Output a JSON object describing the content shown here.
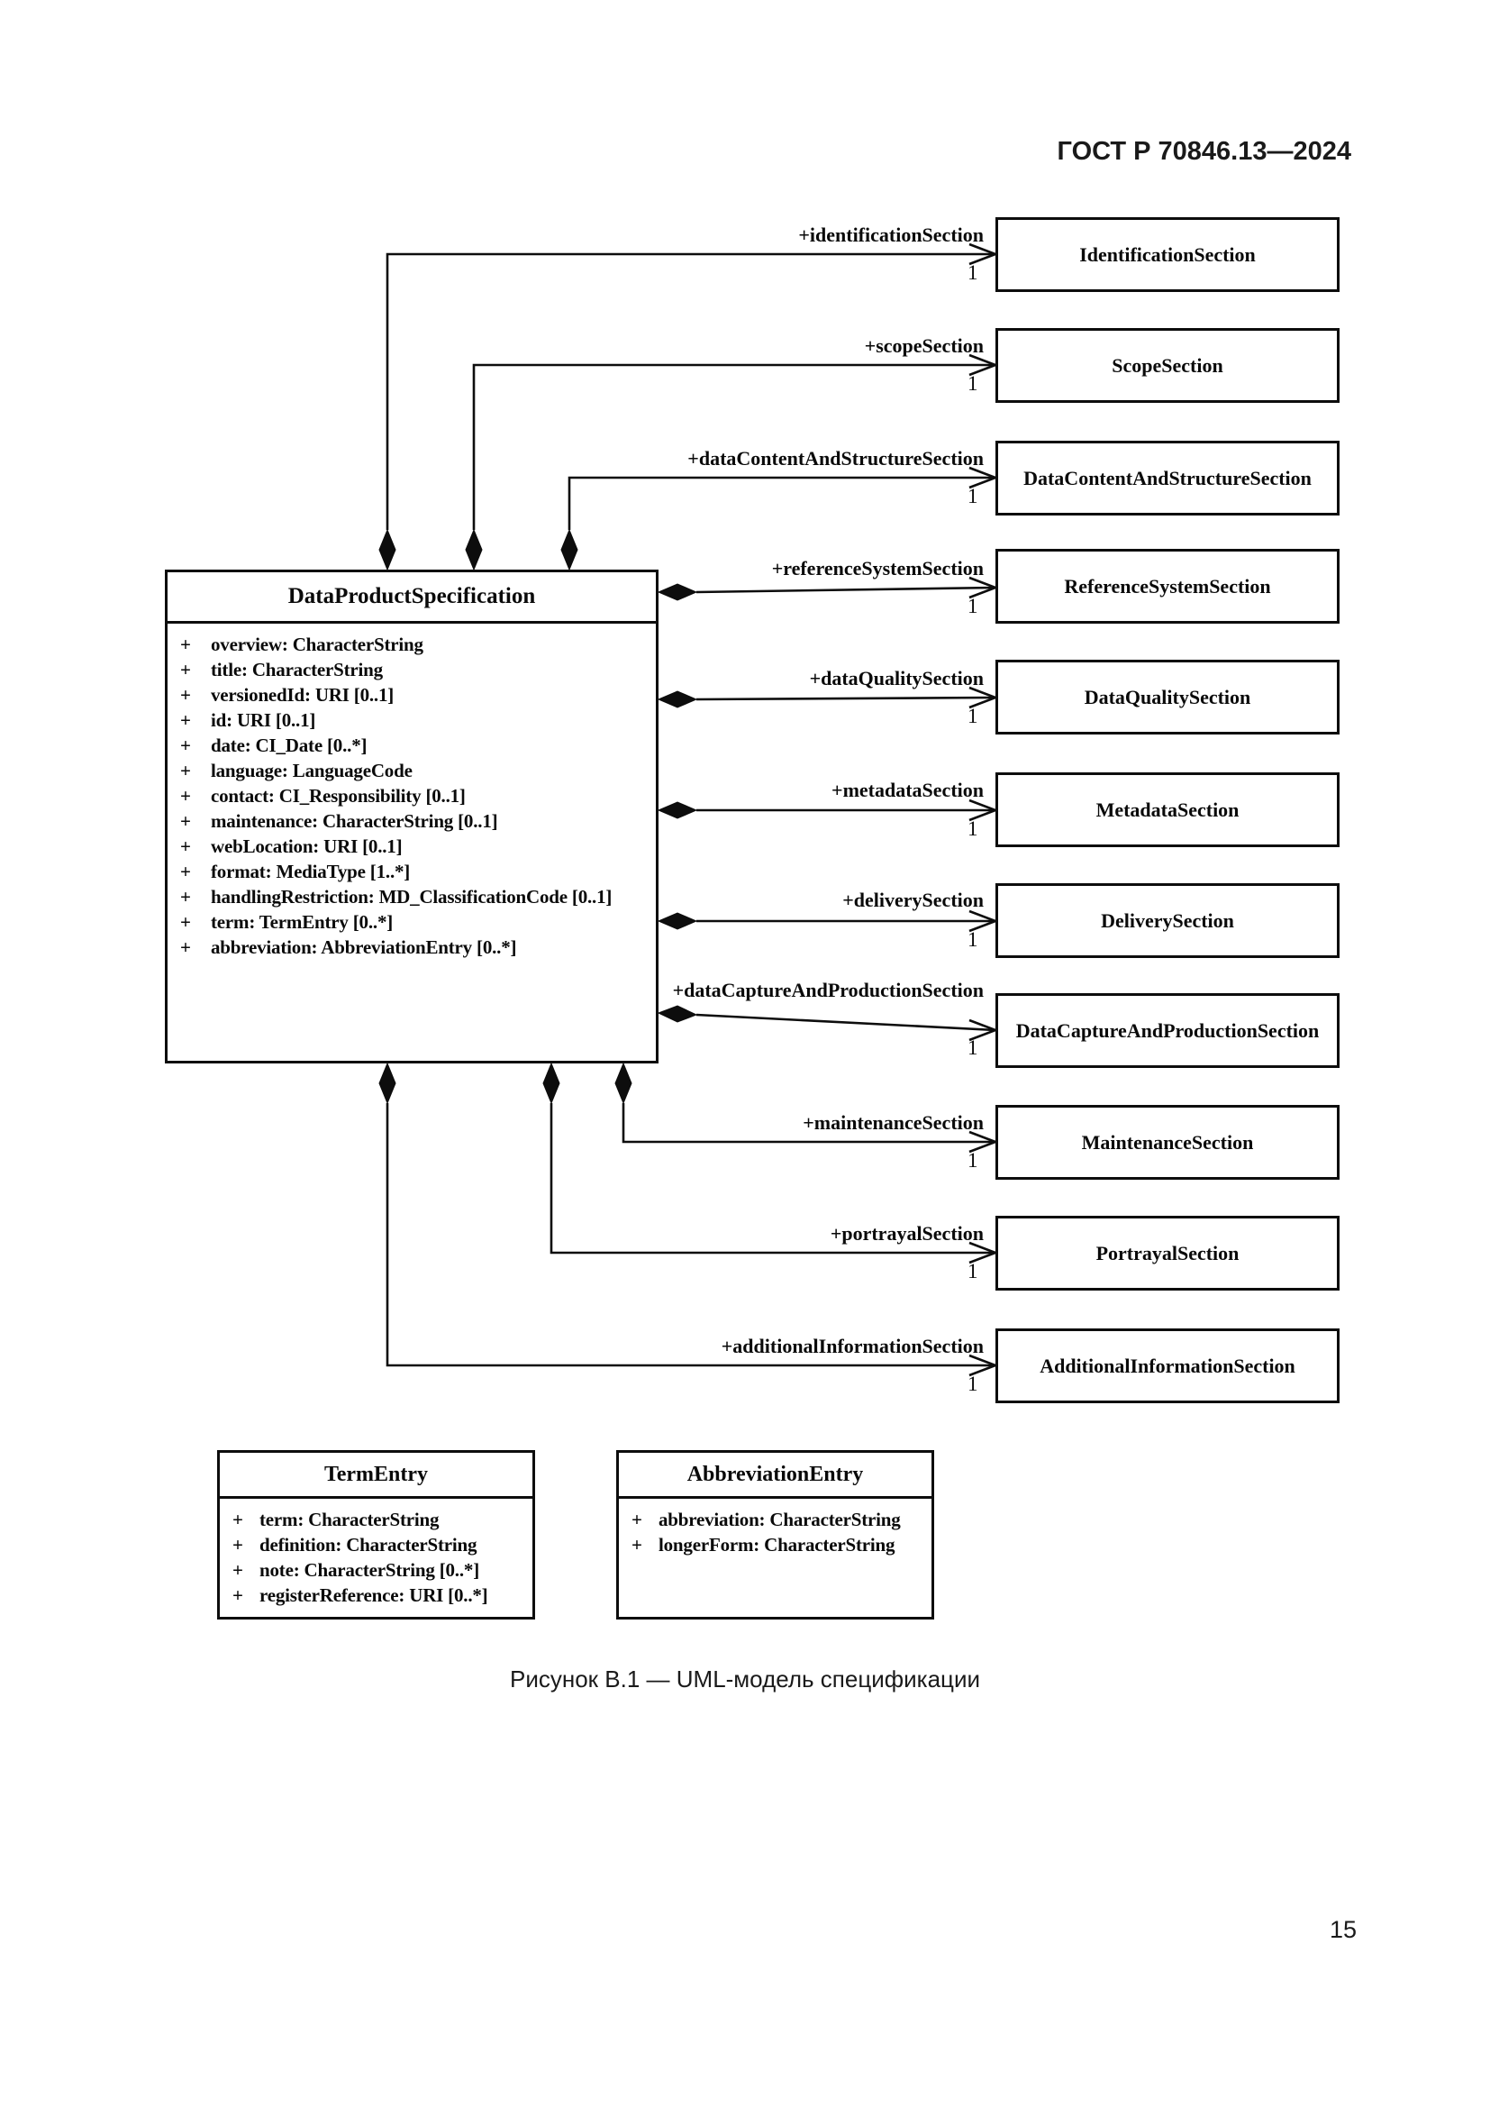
{
  "page": {
    "header": "ГОСТ Р 70846.13—2024",
    "caption": "Рисунок В.1 — UML-модель спецификации",
    "page_number": "15"
  },
  "diagram": {
    "plus": "+",
    "main_class": {
      "name": "DataProductSpecification",
      "attributes": [
        "overview: CharacterString",
        "title: CharacterString",
        "versionedId: URI [0..1]",
        "id: URI [0..1]",
        "date: CI_Date [0..*]",
        "language: LanguageCode",
        "contact: CI_Responsibility [0..1]",
        "maintenance: CharacterString [0..1]",
        "webLocation: URI [0..1]",
        "format: MediaType [1..*]",
        "handlingRestriction: MD_ClassificationCode [0..1]",
        "term: TermEntry [0..*]",
        "abbreviation: AbbreviationEntry [0..*]"
      ]
    },
    "sections": [
      {
        "name": "IdentificationSection",
        "role": "+identificationSection",
        "multiplicity": "1"
      },
      {
        "name": "ScopeSection",
        "role": "+scopeSection",
        "multiplicity": "1"
      },
      {
        "name": "DataContentAndStructureSection",
        "role": "+dataContentAndStructureSection",
        "multiplicity": "1"
      },
      {
        "name": "ReferenceSystemSection",
        "role": "+referenceSystemSection",
        "multiplicity": "1"
      },
      {
        "name": "DataQualitySection",
        "role": "+dataQualitySection",
        "multiplicity": "1"
      },
      {
        "name": "MetadataSection",
        "role": "+metadataSection",
        "multiplicity": "1"
      },
      {
        "name": "DeliverySection",
        "role": "+deliverySection",
        "multiplicity": "1"
      },
      {
        "name": "DataCaptureAndProductionSection",
        "role": "+dataCaptureAndProductionSection",
        "multiplicity": "1"
      },
      {
        "name": "MaintenanceSection",
        "role": "+maintenanceSection",
        "multiplicity": "1"
      },
      {
        "name": "PortrayalSection",
        "role": "+portrayalSection",
        "multiplicity": "1"
      },
      {
        "name": "AdditionalInformationSection",
        "role": "+additionalInformationSection",
        "multiplicity": "1"
      }
    ],
    "term_entry": {
      "name": "TermEntry",
      "attributes": [
        "term: CharacterString",
        "definition: CharacterString",
        "note: CharacterString [0..*]",
        "registerReference: URI [0..*]"
      ]
    },
    "abbreviation_entry": {
      "name": "AbbreviationEntry",
      "attributes": [
        "abbreviation: CharacterString",
        "longerForm: CharacterString"
      ]
    }
  }
}
